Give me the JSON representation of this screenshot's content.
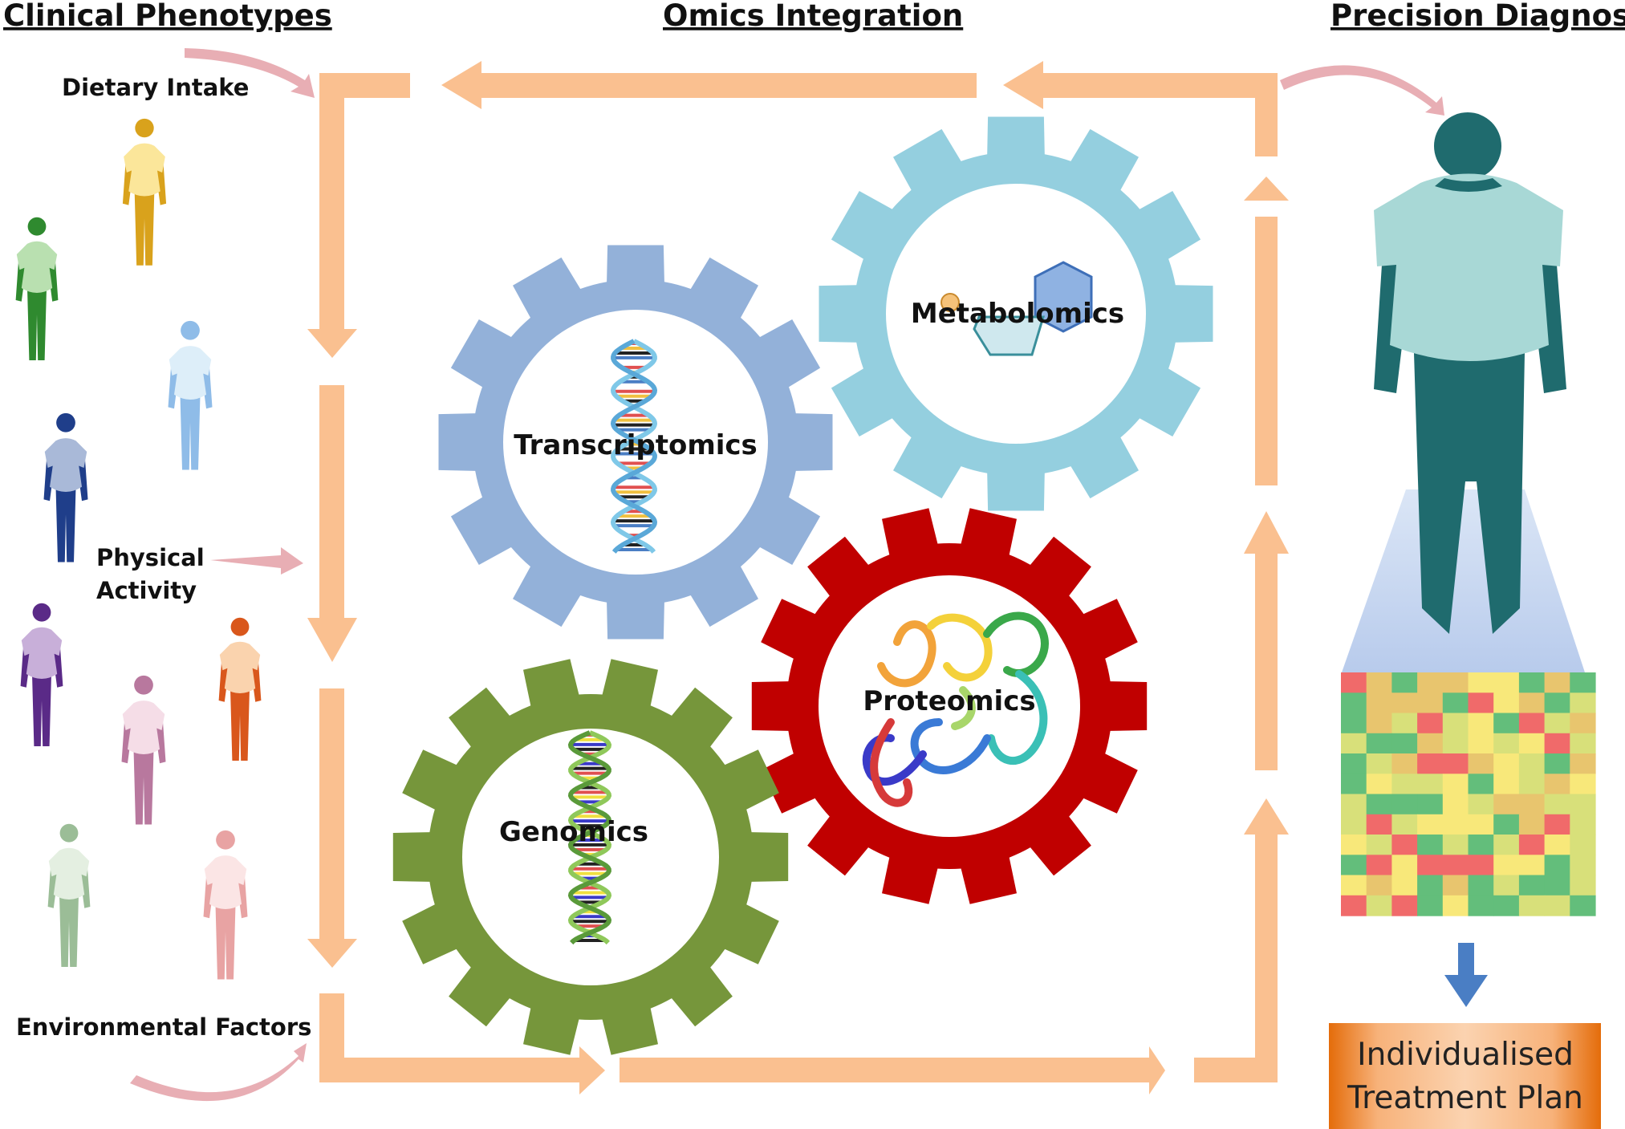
{
  "headers": {
    "clinical": "Clinical Phenotypes",
    "omics": "Omics Integration",
    "precision": "Precision Diagnosis"
  },
  "factors": {
    "dietary": "Dietary Intake",
    "physical_line1": "Physical",
    "physical_line2": "Activity",
    "environmental": "Environmental Factors"
  },
  "gears": [
    {
      "label": "Transcriptomics",
      "color": "#93b1d9"
    },
    {
      "label": "Metabolomics",
      "color": "#94cfdf"
    },
    {
      "label": "Proteomics",
      "color": "#c00000"
    },
    {
      "label": "Genomics",
      "color": "#76963b"
    }
  ],
  "plan": {
    "line1": "Individualised",
    "line2": "Treatment Plan"
  },
  "colors": {
    "flow_arrow": "#fac090",
    "pink_arrow": "#e8aeb4",
    "down_arrow": "#4a7ec4",
    "patient_shirt": "#a8d8d6",
    "patient_body": "#1f6b6e"
  },
  "heatmap": {
    "rows": 12,
    "cols": 10,
    "palette": [
      "#63be7b",
      "#e8c56e",
      "#f8e87a",
      "#f06a6a",
      "#d8e07a"
    ],
    "cells": [
      [
        3,
        1,
        0,
        1,
        1,
        2,
        2,
        0,
        1,
        0
      ],
      [
        0,
        1,
        1,
        1,
        0,
        3,
        2,
        1,
        0,
        4
      ],
      [
        0,
        1,
        4,
        3,
        4,
        2,
        0,
        3,
        4,
        1
      ],
      [
        4,
        0,
        0,
        1,
        4,
        2,
        4,
        2,
        3,
        4
      ],
      [
        0,
        4,
        1,
        3,
        3,
        1,
        2,
        4,
        0,
        1
      ],
      [
        0,
        2,
        4,
        4,
        2,
        0,
        2,
        4,
        1,
        2
      ],
      [
        4,
        0,
        0,
        0,
        2,
        4,
        1,
        1,
        4,
        4
      ],
      [
        4,
        3,
        4,
        2,
        2,
        2,
        0,
        1,
        3,
        4
      ],
      [
        2,
        4,
        3,
        0,
        4,
        0,
        4,
        3,
        2,
        4
      ],
      [
        0,
        3,
        2,
        3,
        3,
        3,
        2,
        2,
        0,
        4
      ],
      [
        2,
        1,
        2,
        0,
        1,
        0,
        4,
        0,
        0,
        4
      ],
      [
        3,
        4,
        3,
        0,
        2,
        0,
        0,
        4,
        4,
        0
      ]
    ]
  },
  "people": [
    {
      "name": "person-yellow",
      "shirt": "#fbe69a",
      "body": "#d9a21c"
    },
    {
      "name": "person-green",
      "shirt": "#b9e0b0",
      "body": "#2f8a2f"
    },
    {
      "name": "person-lightblue",
      "shirt": "#ddeef9",
      "body": "#8fbce8"
    },
    {
      "name": "person-navy",
      "shirt": "#a9b9d8",
      "body": "#1f3e8a"
    },
    {
      "name": "person-purple",
      "shirt": "#c8afd9",
      "body": "#5a2a87"
    },
    {
      "name": "person-orange",
      "shirt": "#fad3ae",
      "body": "#d9571c"
    },
    {
      "name": "person-mauve",
      "shirt": "#f5dde7",
      "body": "#b8789e"
    },
    {
      "name": "person-sage",
      "shirt": "#e4efe1",
      "body": "#9bbd97"
    },
    {
      "name": "person-pink",
      "shirt": "#fbe5e5",
      "body": "#e8a3a3"
    }
  ]
}
